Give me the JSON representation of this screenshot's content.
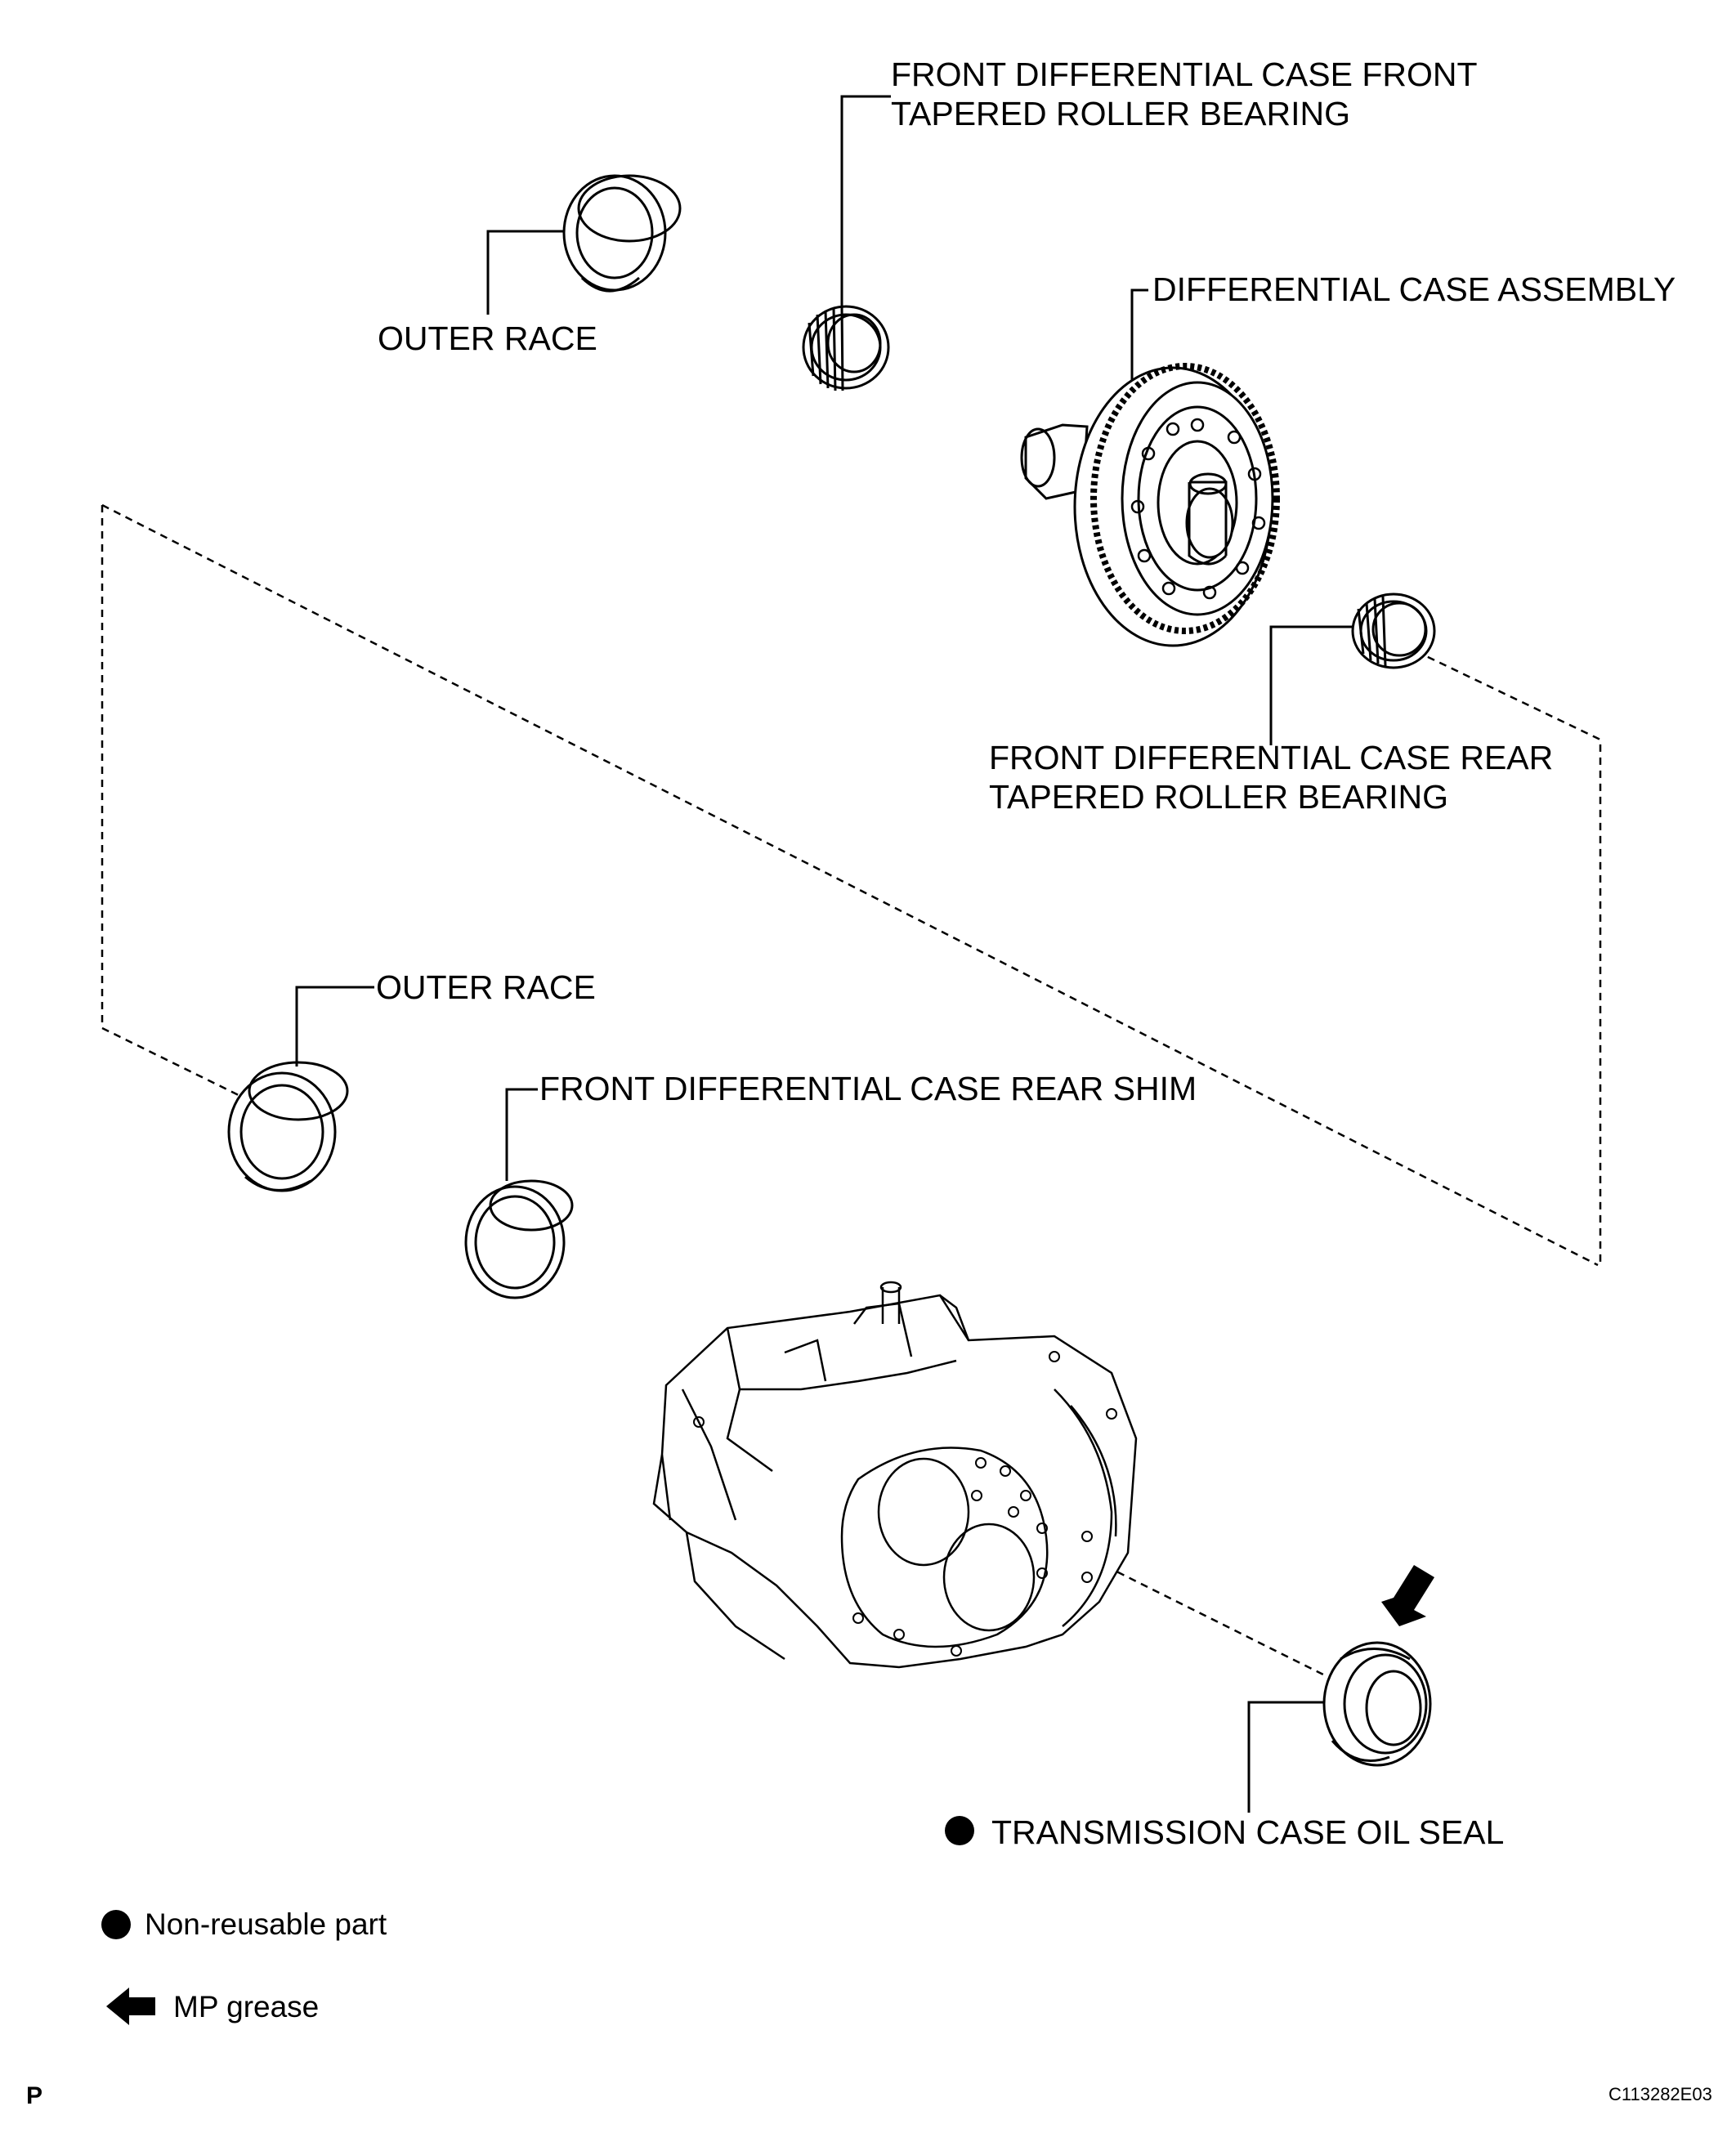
{
  "labels": {
    "front_bearing_line1": "FRONT DIFFERENTIAL CASE FRONT",
    "front_bearing_line2": "TAPERED ROLLER BEARING",
    "outer_race_top": "OUTER RACE",
    "diff_case_assembly": "DIFFERENTIAL CASE ASSEMBLY",
    "rear_bearing_line1": "FRONT DIFFERENTIAL CASE REAR",
    "rear_bearing_line2": "TAPERED ROLLER BEARING",
    "outer_race_bottom": "OUTER RACE",
    "rear_shim": "FRONT DIFFERENTIAL CASE REAR SHIM",
    "oil_seal": "TRANSMISSION CASE OIL SEAL"
  },
  "legend": {
    "non_reusable": "Non-reusable part",
    "mp_grease": "MP grease"
  },
  "footer": {
    "left_mark": "P",
    "figure_code": "C113282E03"
  }
}
